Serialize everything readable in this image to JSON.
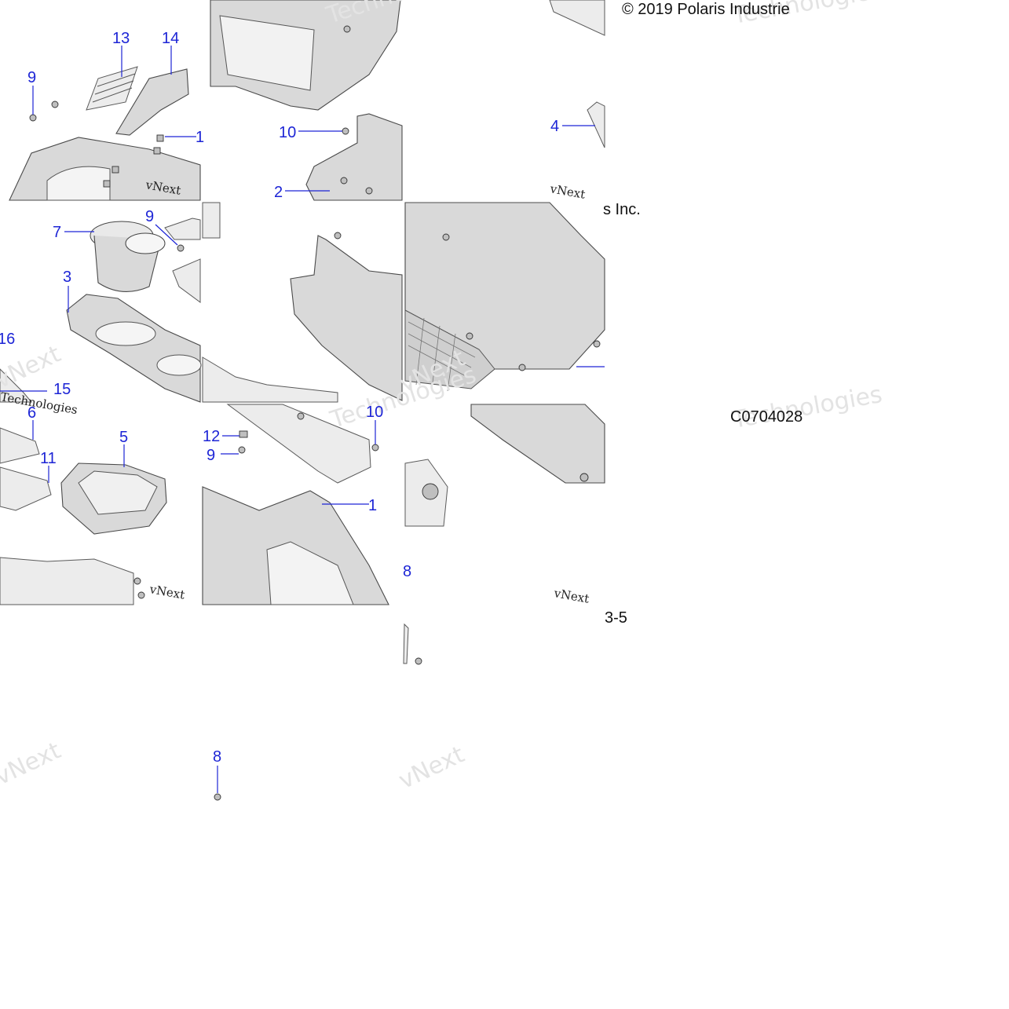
{
  "copyright": {
    "line1": "© 2019 Polaris Industrie",
    "line2": "s Inc."
  },
  "figure_code": "C0704028",
  "page_number": "3-5",
  "watermark": {
    "brand": "vNext",
    "tag": "Technologies"
  },
  "callouts": {
    "c13": "13",
    "c14": "14",
    "c9a": "9",
    "c1a": "1",
    "c10a": "10",
    "c2": "2",
    "c4": "4",
    "c7": "7",
    "c9b": "9",
    "c3": "3",
    "c16": "16",
    "c15": "15",
    "c6": "6",
    "c11": "11",
    "c5": "5",
    "c12": "12",
    "c9c": "9",
    "c10b": "10",
    "c1b": "1",
    "c8a": "8",
    "c8b": "8"
  },
  "colors": {
    "callout": "#1d25d6",
    "part_fill": "#d9d9d9",
    "outline": "#4a4a4a"
  }
}
